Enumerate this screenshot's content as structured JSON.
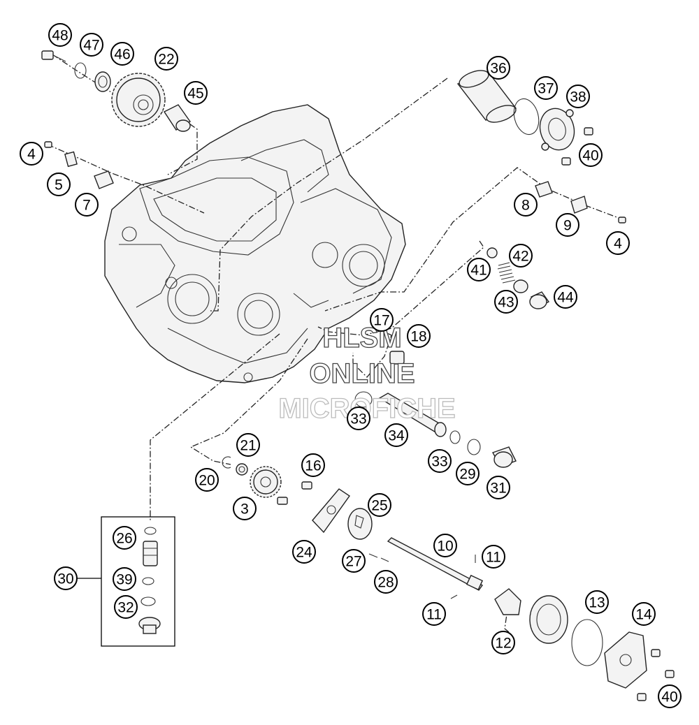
{
  "diagram": {
    "watermark": [
      "HLSM",
      "ONLINE",
      "MICROFICHE"
    ],
    "callouts": [
      "48",
      "47",
      "46",
      "22",
      "45",
      "4",
      "5",
      "7",
      "36",
      "37",
      "38",
      "40",
      "8",
      "9",
      "4",
      "41",
      "42",
      "43",
      "44",
      "17",
      "18",
      "33",
      "34",
      "33",
      "29",
      "31",
      "21",
      "16",
      "20",
      "3",
      "25",
      "24",
      "10",
      "11",
      "27",
      "28",
      "11",
      "13",
      "14",
      "12",
      "40",
      "26",
      "30",
      "39",
      "32"
    ]
  }
}
